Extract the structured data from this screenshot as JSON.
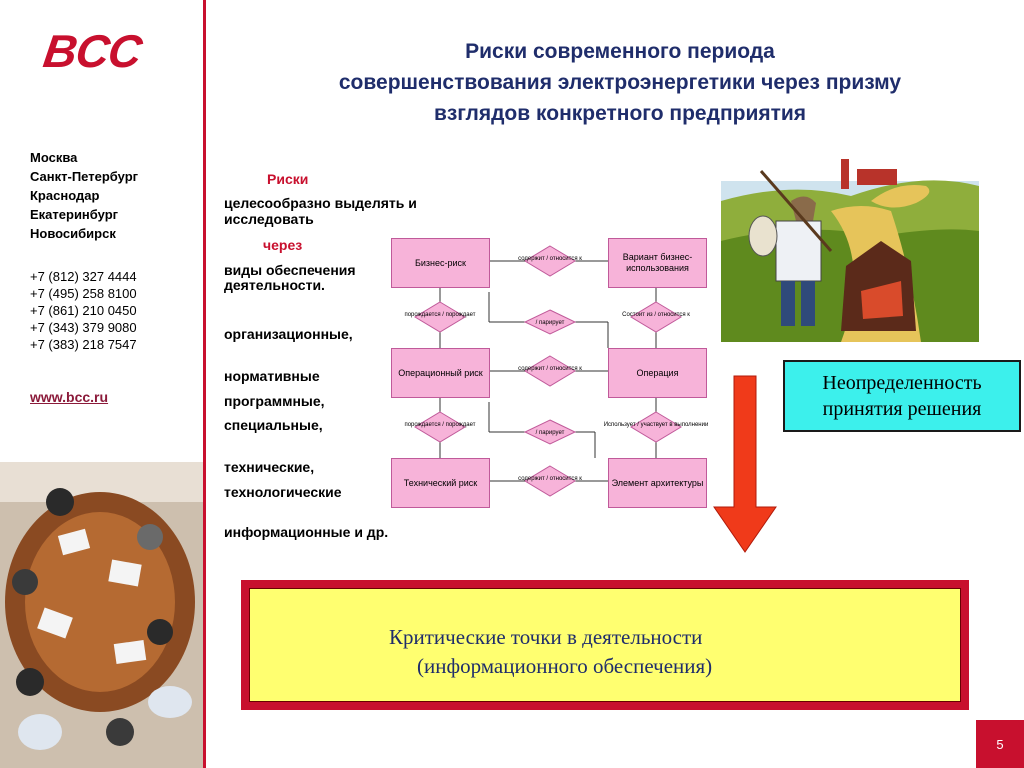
{
  "brand": {
    "logo_text": "BCC",
    "accent": "#c8102e"
  },
  "sidebar": {
    "cities": [
      "Москва",
      "Санкт-Петербург",
      "Краснодар",
      "Екатеринбург",
      "Новосибирск"
    ],
    "phones": [
      "+7 (812) 327 4444",
      "+7 (495) 258 8100",
      "+7 (861) 210 0450",
      "+7 (343) 379 9080",
      "+7 (383) 218 7547"
    ],
    "website": "www.bcc.ru"
  },
  "title": {
    "line1": "Риски современного периода",
    "line2": "совершенствования электроэнергетики через призму",
    "line3": "взглядов конкретного предприятия"
  },
  "body_text": {
    "risks": "Риски",
    "line_a": "целесообразно выделять и",
    "line_b": "исследовать",
    "through": "через",
    "line_c": "виды обеспечения",
    "line_d": "деятельности.",
    "kind1": "организационные,",
    "kind2": "нормативные",
    "kind3": "программные,",
    "kind4": "специальные,",
    "kind5": "технические,",
    "kind6": "технологические",
    "kind7": "информационные и др."
  },
  "diagram": {
    "nodes": {
      "business_risk": "Бизнес-риск",
      "business_variant": "Вариант бизнес-использования",
      "operational_risk": "Операционный риск",
      "operation": "Операция",
      "technical_risk": "Технический риск",
      "arch_element": "Элемент архитектуры"
    },
    "relations": {
      "contains1": "содержит / относится к",
      "contains2": "содержит / относится к",
      "contains3": "содержит / относится к",
      "generated1": "порождается / порождает",
      "generated2": "порождается / порождает",
      "parries1": "/ парирует",
      "parries2": "/ парирует",
      "consists": "Состоит из / относится к",
      "uses": "Использует / участвует в выполнении"
    },
    "colors": {
      "node_fill": "#f7b3d9",
      "relation_fill": "#f7b3d9"
    }
  },
  "uncertainty": {
    "line1": "Неопределенность",
    "line2": "принятия решения"
  },
  "critical": {
    "line1": "Критические точки в деятельности",
    "line2": "(информационного обеспечения)"
  },
  "page_number": "5"
}
